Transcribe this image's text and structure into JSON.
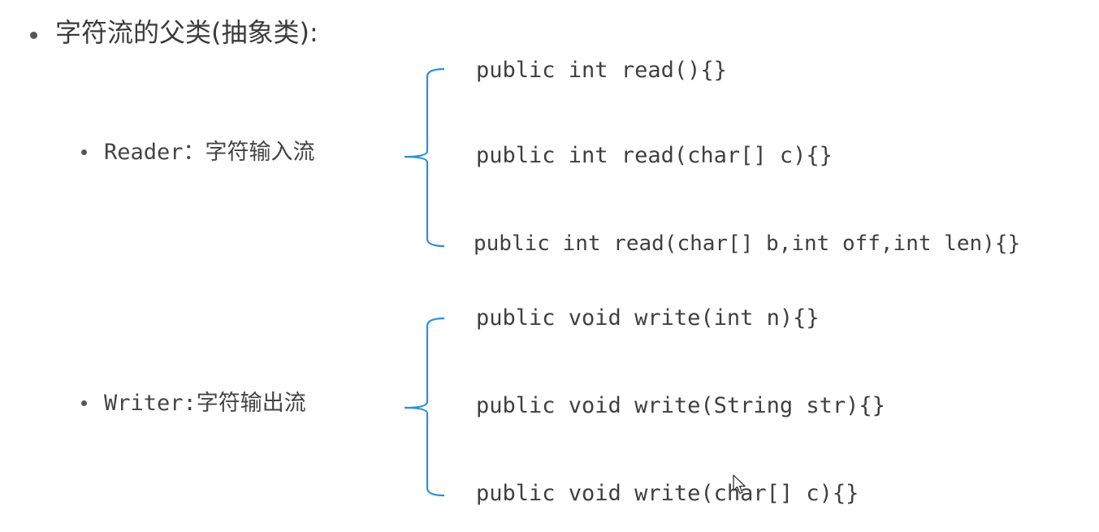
{
  "heading": "字符流的父类(抽象类):",
  "reader": {
    "label": "Reader：字符输入流",
    "methods": [
      "public int read(){}",
      "public int read(char[]  c){}",
      "public int read(char[] b,int off,int len){}"
    ]
  },
  "writer": {
    "label": "Writer:字符输出流",
    "methods": [
      "public void write(int n){}",
      "public void write(String str){}",
      "public void write(char[] c){}"
    ]
  },
  "colors": {
    "brace": "#2e8fd8",
    "text": "#3f3f3f",
    "background": "#ffffff"
  },
  "icons": {
    "cursor": "mouse-pointer-icon"
  }
}
